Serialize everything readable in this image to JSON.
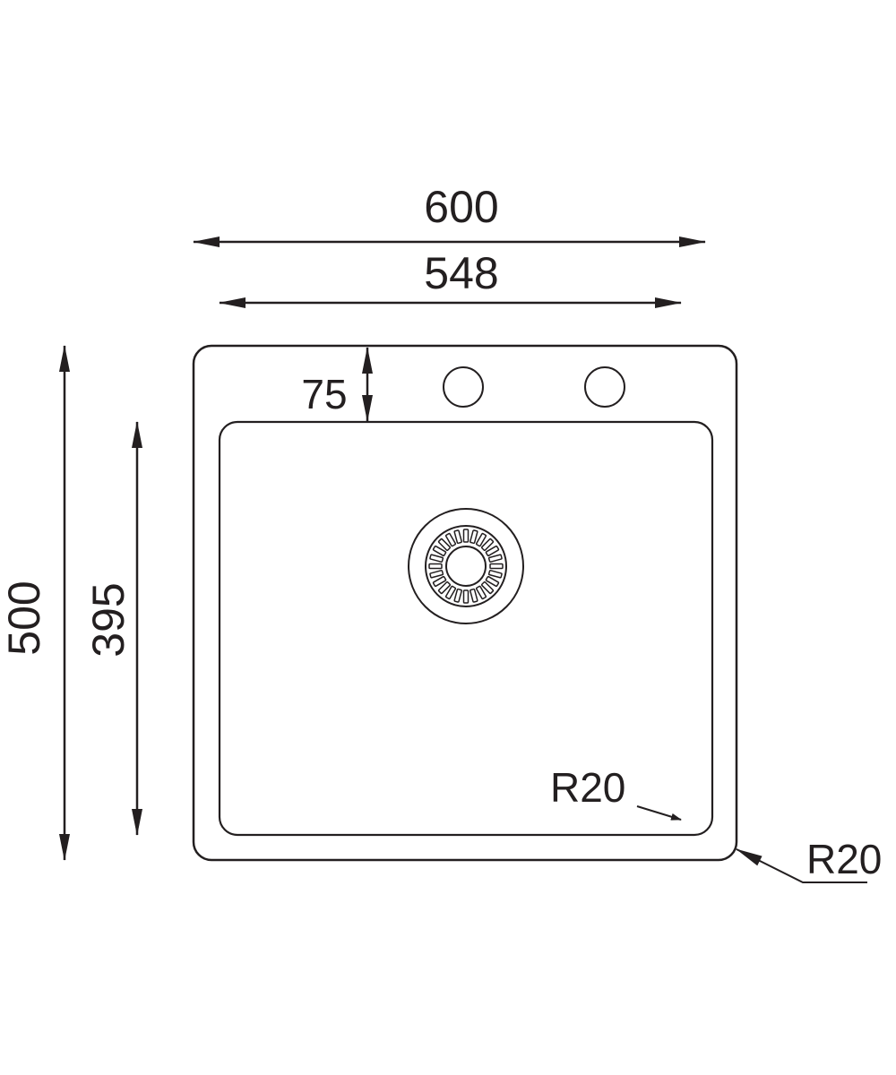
{
  "dimensions": {
    "overall_width": "600",
    "bowl_width": "548",
    "tap_hole_offset": "75",
    "overall_depth": "500",
    "bowl_depth": "395",
    "inner_radius": "R20",
    "outer_radius": "R20"
  },
  "drain": {
    "slot_count": 24
  },
  "tap_holes": {
    "count": 2
  },
  "colors": {
    "line": "#231f20",
    "background": "#ffffff"
  }
}
